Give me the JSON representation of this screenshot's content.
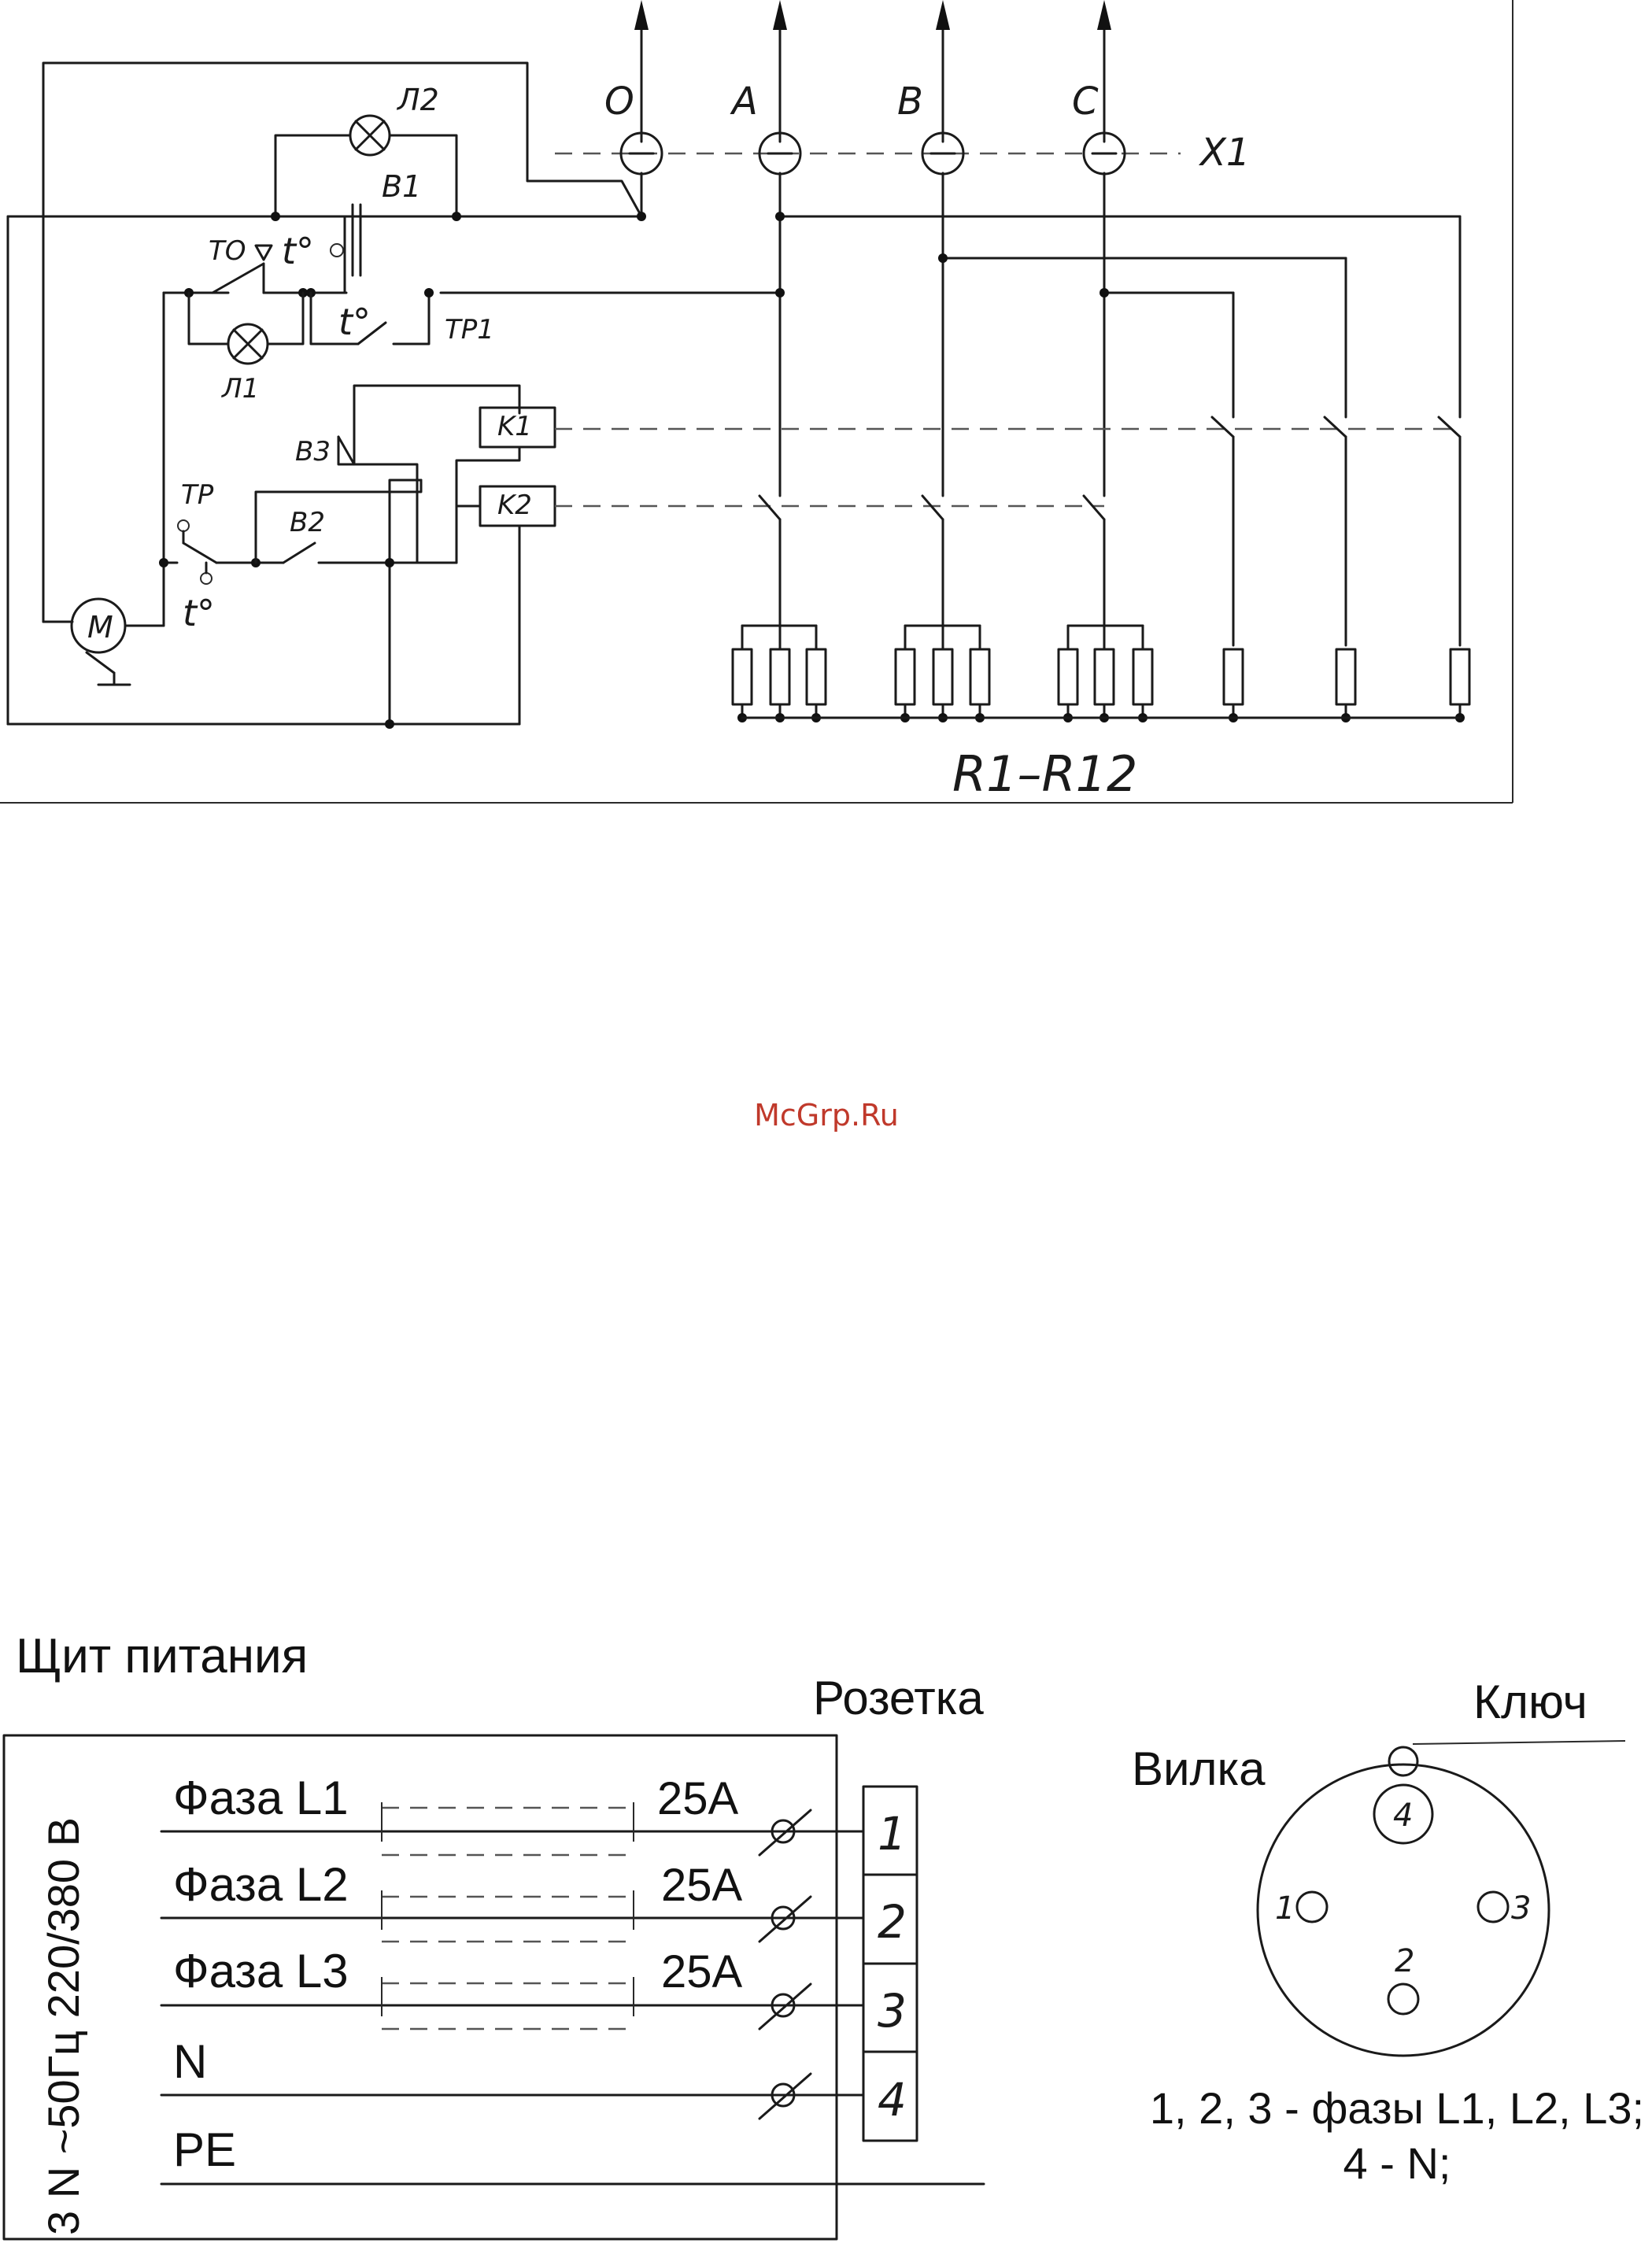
{
  "schematic": {
    "terminal_block": "X1",
    "terminals": [
      "O",
      "A",
      "B",
      "C"
    ],
    "lamps": [
      "Л1",
      "Л2"
    ],
    "switches": [
      "B1",
      "B2",
      "B3"
    ],
    "thermo": [
      "TO",
      "TP",
      "TP1"
    ],
    "temp_symbol": "t°",
    "contactors": [
      "K1",
      "K2"
    ],
    "motor": "M",
    "heaters": "R1–R12"
  },
  "watermark": "McGrp.Ru",
  "wiring": {
    "panel_title": "Щит питания",
    "supply": "3 N ~50Гц 220/380 В",
    "socket_title": "Розетка",
    "lines": [
      {
        "name": "Фаза L1",
        "fuse": "25A",
        "pin": "1"
      },
      {
        "name": "Фаза L2",
        "fuse": "25A",
        "pin": "2"
      },
      {
        "name": "Фаза L3",
        "fuse": "25A",
        "pin": "3"
      },
      {
        "name": "N",
        "fuse": "",
        "pin": "4"
      },
      {
        "name": "PE",
        "fuse": "",
        "pin": ""
      }
    ]
  },
  "plug": {
    "title": "Вилка",
    "key_label": "Ключ",
    "pins": [
      "1",
      "2",
      "3",
      "4"
    ],
    "legend_line1": "1, 2, 3 - фазы L1, L2, L3;",
    "legend_line2": "4 - N;"
  }
}
